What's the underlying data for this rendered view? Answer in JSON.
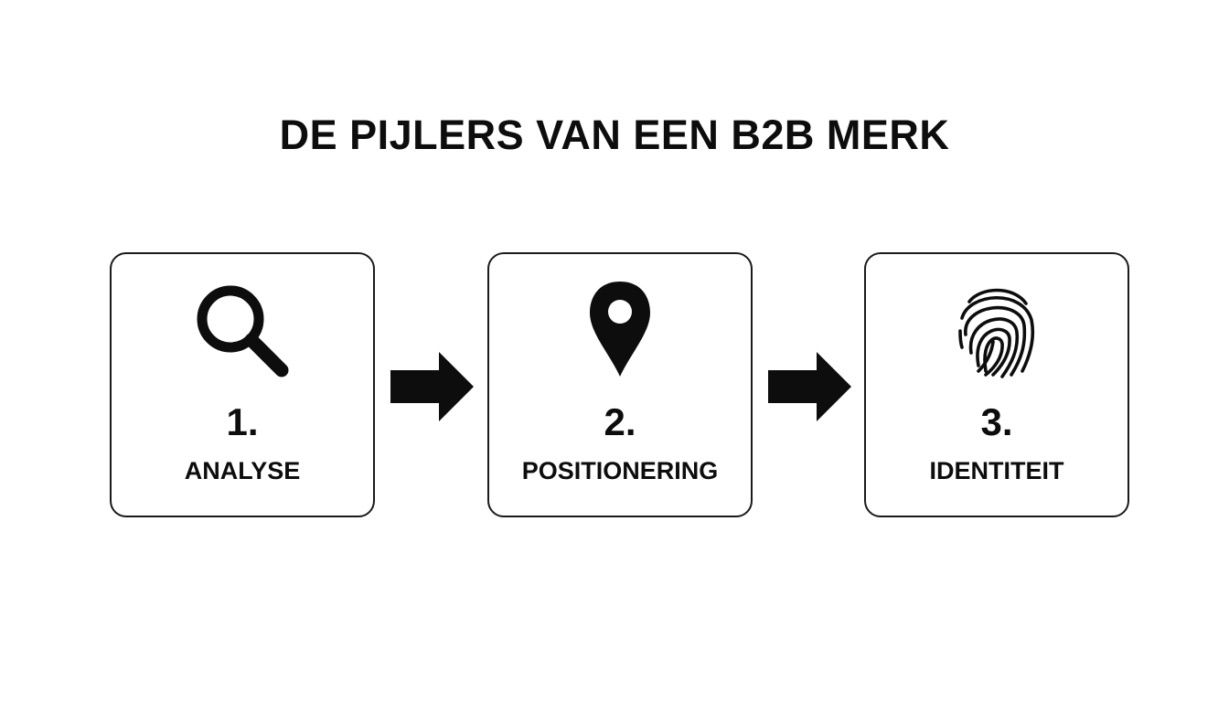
{
  "title": "DE PIJLERS VAN EEN B2B MERK",
  "steps": [
    {
      "number": "1.",
      "label": "ANALYSE",
      "icon": "magnifying-glass-icon"
    },
    {
      "number": "2.",
      "label": "POSITIONERING",
      "icon": "map-pin-icon"
    },
    {
      "number": "3.",
      "label": "IDENTITEIT",
      "icon": "fingerprint-icon"
    }
  ],
  "colors": {
    "foreground": "#0d0d0d",
    "background": "#ffffff",
    "card_border": "#1a1a1a"
  }
}
